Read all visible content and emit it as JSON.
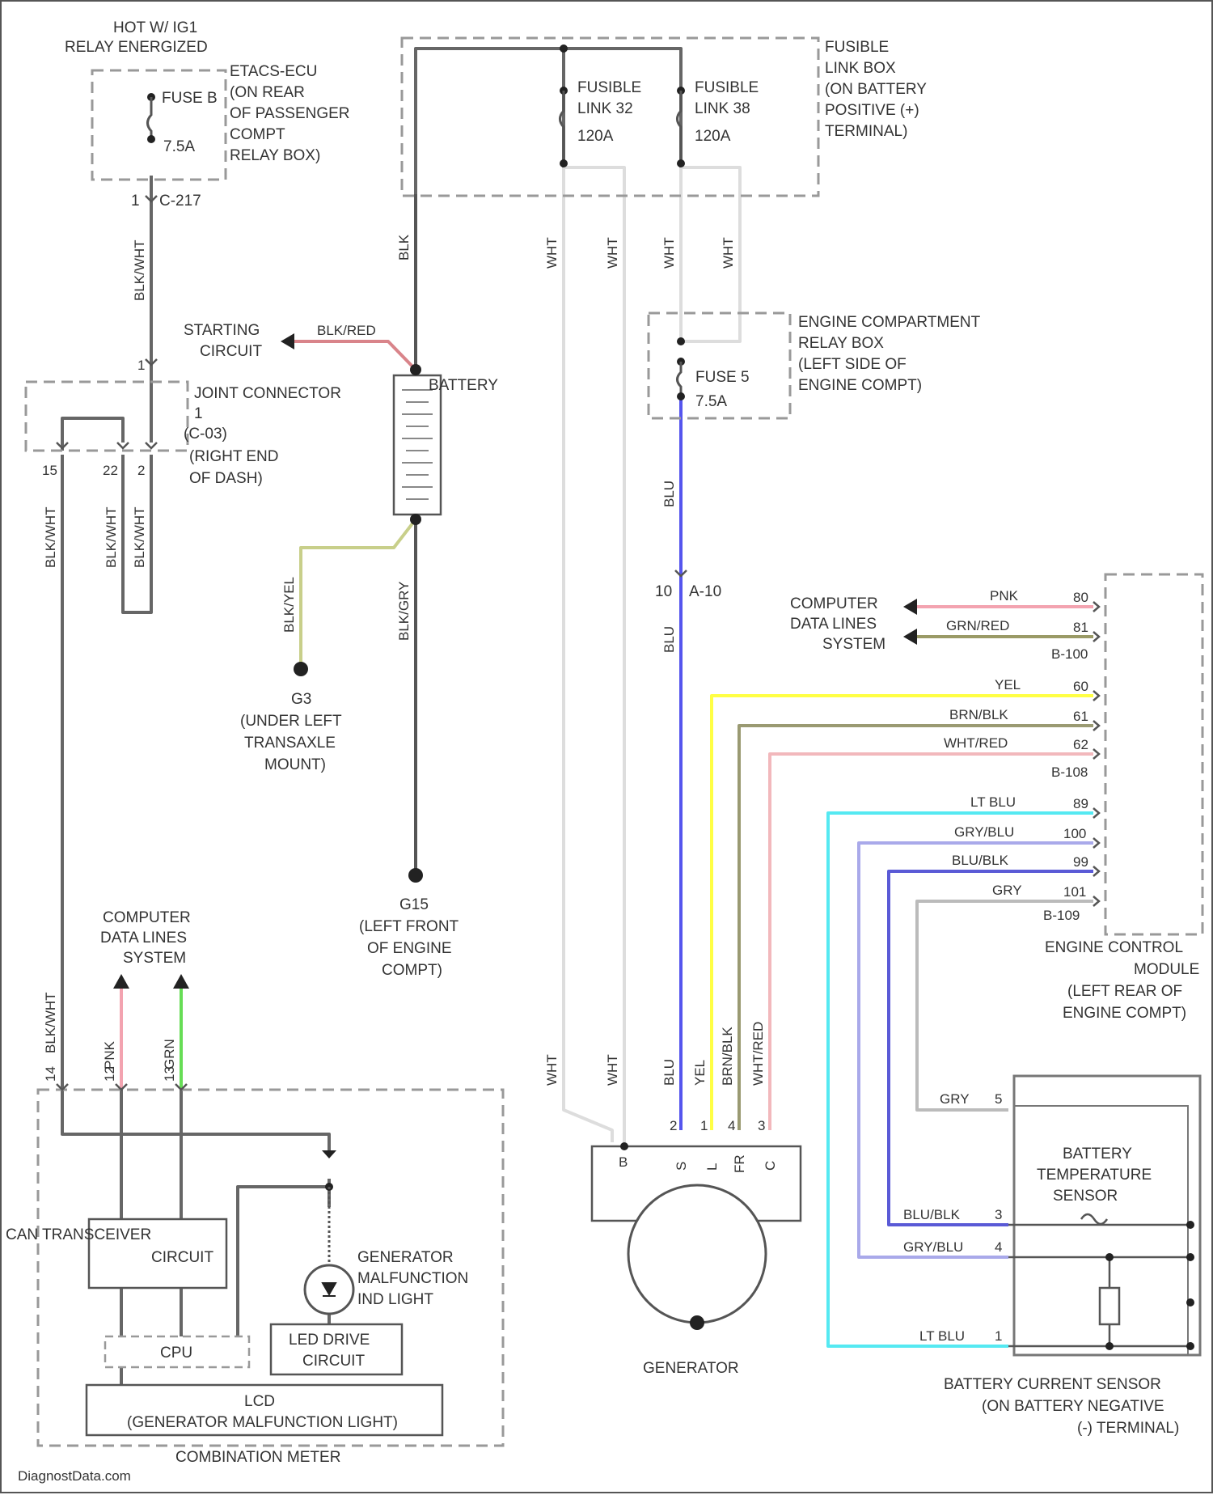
{
  "labels": {
    "hot_relay": [
      "HOT W/ IG1",
      "RELAY ENERGIZED"
    ],
    "etacs": [
      "ETACS-ECU",
      "(ON REAR",
      "OF PASSENGER",
      "COMPT",
      "RELAY BOX)"
    ],
    "fuse_b": [
      "FUSE B",
      "7.5A"
    ],
    "c217": "C-217",
    "c217_pin": "1",
    "fusible_box": [
      "FUSIBLE",
      "LINK BOX",
      "(ON BATTERY",
      "POSITIVE (+)",
      "TERMINAL)"
    ],
    "fl32": [
      "FUSIBLE",
      "LINK 32",
      "120A"
    ],
    "fl38": [
      "FUSIBLE",
      "LINK 38",
      "120A"
    ],
    "starting_circuit": [
      "STARTING",
      "CIRCUIT"
    ],
    "battery": "BATTERY",
    "joint_connector": [
      "JOINT CONNECTOR",
      "1",
      "(C-03)",
      "(RIGHT END",
      "OF DASH)"
    ],
    "ecrb": [
      "ENGINE COMPARTMENT",
      "RELAY BOX",
      "(LEFT SIDE OF",
      "ENGINE COMPT)"
    ],
    "fuse_5": [
      "FUSE 5",
      "7.5A"
    ],
    "g3": [
      "G3",
      "(UNDER LEFT",
      "TRANSAXLE",
      "MOUNT)"
    ],
    "g15": [
      "G15",
      "(LEFT FRONT",
      "OF ENGINE",
      "COMPT)"
    ],
    "a10": "A-10",
    "a10_pin": "10",
    "cdl_right": [
      "COMPUTER",
      "DATA LINES",
      "SYSTEM"
    ],
    "cdl_left": [
      "COMPUTER",
      "DATA LINES",
      "SYSTEM"
    ],
    "ecm": [
      "ENGINE CONTROL",
      "MODULE",
      "(LEFT REAR OF",
      "ENGINE COMPT)"
    ],
    "b100": "B-100",
    "b108": "B-108",
    "b109": "B-109",
    "can": [
      "CAN TRANSCEIVER",
      "CIRCUIT"
    ],
    "cpu": "CPU",
    "led_drive": [
      "LED DRIVE",
      "CIRCUIT"
    ],
    "gen_light": [
      "GENERATOR",
      "MALFUNCTION",
      "IND LIGHT"
    ],
    "lcd": [
      "LCD",
      "(GENERATOR MALFUNCTION LIGHT)"
    ],
    "combination_meter": "COMBINATION METER",
    "generator": "GENERATOR",
    "bts": [
      "BATTERY",
      "TEMPERATURE",
      "SENSOR"
    ],
    "bcs": [
      "BATTERY CURRENT SENSOR",
      "(ON BATTERY NEGATIVE",
      "(-) TERMINAL)"
    ],
    "watermark": "DiagnostData.com"
  },
  "wires": {
    "blk_wht": "BLK/WHT",
    "blk_red": "BLK/RED",
    "blk": "BLK",
    "blk_grn": "BLK/GRY",
    "blk_yel": "BLK/YEL",
    "wht": "WHT",
    "blu": "BLU",
    "yel": "YEL",
    "brn_blk": "BRN/BLK",
    "wht_red": "WHT/RED",
    "pnk": "PNK",
    "grn_red": "GRN/RED",
    "lt_blu": "LT BLU",
    "gry_blu": "GRY/BLU",
    "blu_blk": "BLU/BLK",
    "gry": "GRY",
    "pnk_l": "PNK",
    "grn_l": "GRN"
  },
  "pins": {
    "ecm_80": "80",
    "ecm_81": "81",
    "ecm_60": "60",
    "ecm_61": "61",
    "ecm_62": "62",
    "ecm_89": "89",
    "ecm_100": "100",
    "ecm_99": "99",
    "ecm_101": "101",
    "j15": "15",
    "j22": "22",
    "j2": "2",
    "j1": "1",
    "cm12": "12",
    "cm13": "13",
    "cm14": "14",
    "gen_b": "B",
    "gen_s": "S",
    "gen_l": "L",
    "gen_fr": "FR",
    "gen_c": "C",
    "gen_p2": "2",
    "gen_p1": "1",
    "gen_p4": "4",
    "gen_p3": "3",
    "bcs_5": "5",
    "bcs_3": "3",
    "bcs_4": "4",
    "bcs_1": "1"
  },
  "colors": {
    "blk": "#555555",
    "blk_red": "#d9848a",
    "blk_yel": "#c8cf8a",
    "wht": "#dddddd",
    "blu": "#5555ee",
    "yel": "#ffff44",
    "brn_blk": "#9a9a72",
    "wht_red": "#f2b8bc",
    "pnk": "#f3a3b0",
    "grn_red": "#9a9a66",
    "lt_blu": "#55e9f2",
    "gry_blu": "#a9a9ea",
    "blu_blk": "#5a5ad6",
    "gry": "#bbbbbb",
    "grn": "#66dd55"
  }
}
